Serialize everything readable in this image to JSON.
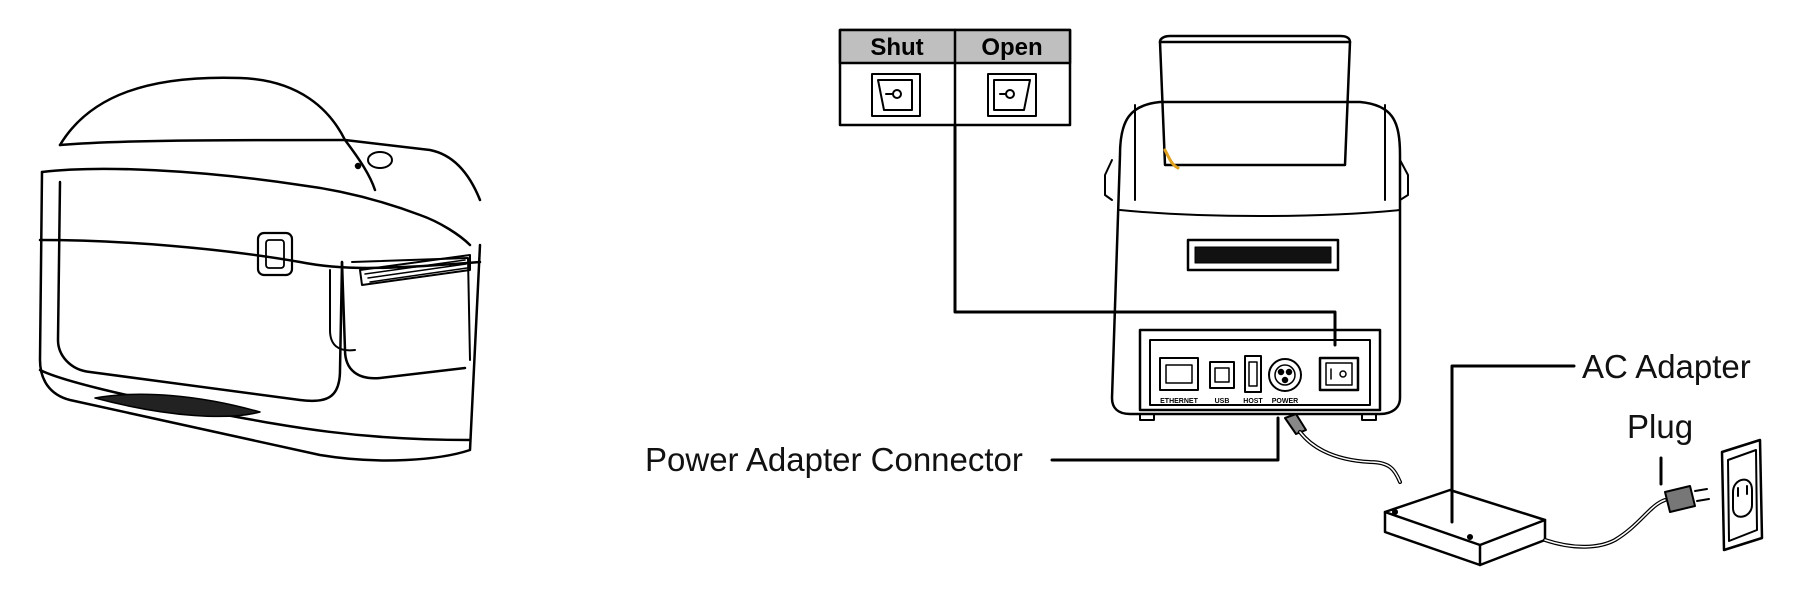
{
  "switch_table": {
    "shut_label": "Shut",
    "open_label": "Open"
  },
  "callouts": {
    "power_adapter_connector": "Power Adapter Connector",
    "ac_adapter": "AC Adapter",
    "plug": "Plug"
  },
  "port_labels": {
    "ethernet": "ETHERNET",
    "usb": "USB",
    "host": "HOST",
    "power": "POWER"
  },
  "colors": {
    "line": "#000000",
    "header_fill": "#bfbfbf",
    "accent": "#e0a020"
  }
}
